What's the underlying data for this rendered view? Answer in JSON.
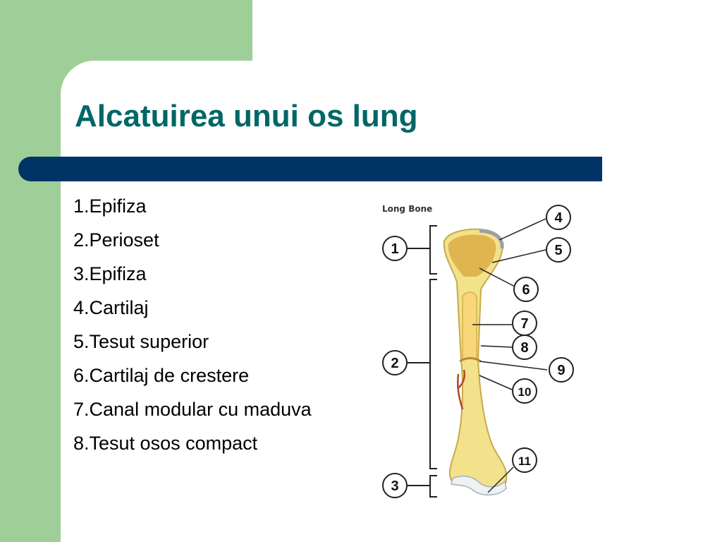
{
  "slide": {
    "title": "Alcatuirea unui os lung",
    "items": [
      "1.Epifiza",
      "2.Perioset",
      "3.Epifiza",
      "4.Cartilaj",
      "5.Tesut superior",
      "6.Cartilaj de crestere",
      "7.Canal modular cu maduva",
      "8.Tesut osos compact"
    ]
  },
  "figure": {
    "title": "Long Bone",
    "labels": [
      "1",
      "2",
      "3",
      "4",
      "5",
      "6",
      "7",
      "8",
      "9",
      "10",
      "11"
    ]
  },
  "colors": {
    "green": "#9fcf98",
    "title": "#006666",
    "bar": "#003366",
    "bone": "#f3e28c"
  }
}
